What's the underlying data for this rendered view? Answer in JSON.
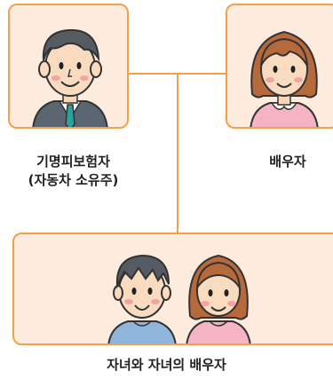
{
  "insured": {
    "label_line1": "기명피보험자",
    "label_line2": "(자동차 소유주)"
  },
  "spouse": {
    "label": "배우자"
  },
  "children": {
    "label": "자녀와 자녀의 배우자"
  },
  "colors": {
    "box_fill": "#fdecdd",
    "box_border": "#f0a24a",
    "connector": "#f0a24a"
  }
}
